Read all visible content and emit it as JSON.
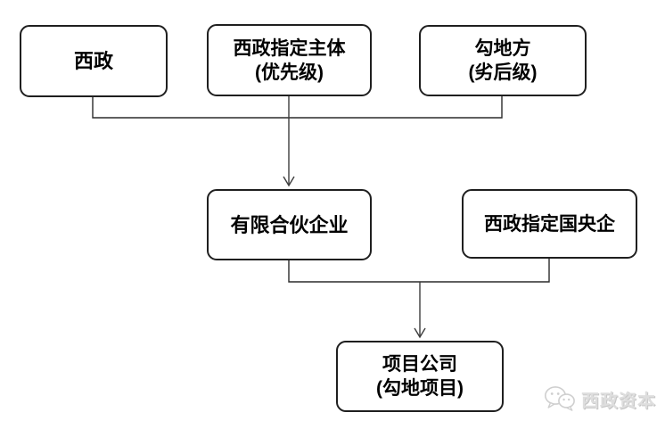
{
  "diagram": {
    "type": "flowchart",
    "background_color": "#ffffff",
    "box_border_color": "#1f1f1f",
    "box_fill_color": "#ffffff",
    "text_color": "#000000",
    "connector_color": "#3d3d3d",
    "nodes": {
      "xizheng": {
        "label": "西政"
      },
      "priority": {
        "line1": "西政指定主体",
        "line2": "(优先级)"
      },
      "land": {
        "line1": "勾地方",
        "line2": "(劣后级)"
      },
      "lp": {
        "label": "有限合伙企业"
      },
      "soe": {
        "label": "西政指定国央企"
      },
      "project": {
        "line1": "项目公司",
        "line2": "(勾地项目)"
      }
    },
    "edges": [
      {
        "from": "xizheng",
        "to": "lp",
        "arrow": false
      },
      {
        "from": "priority",
        "to": "lp",
        "arrow": true
      },
      {
        "from": "land",
        "to": "lp",
        "arrow": false
      },
      {
        "from": "lp",
        "to": "project",
        "arrow": true
      },
      {
        "from": "soe",
        "to": "project",
        "arrow": false
      }
    ]
  },
  "watermark": {
    "text": "西政资本",
    "icon": "wechat-icon",
    "color": "#dedede"
  }
}
